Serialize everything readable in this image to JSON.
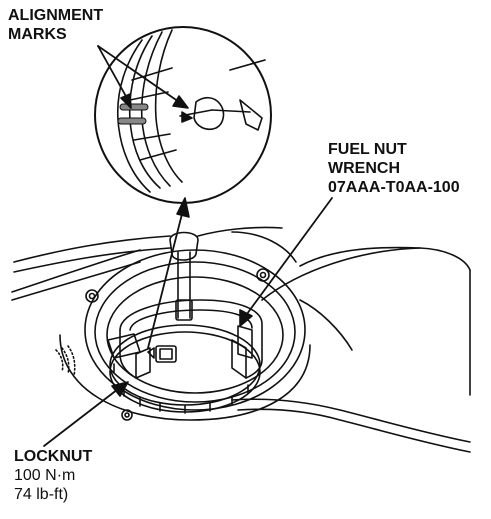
{
  "labels": {
    "alignment_marks": [
      "ALIGNMENT",
      "MARKS"
    ],
    "fuel_nut_wrench": [
      "FUEL NUT",
      "WRENCH",
      "07AAA-T0AA-100"
    ],
    "locknut": {
      "name": "LOCKNUT",
      "torque_nm": "100 N·m",
      "torque_lbft": "74 lb-ft)"
    }
  },
  "colors": {
    "ink": "#111111",
    "background": "#ffffff"
  }
}
